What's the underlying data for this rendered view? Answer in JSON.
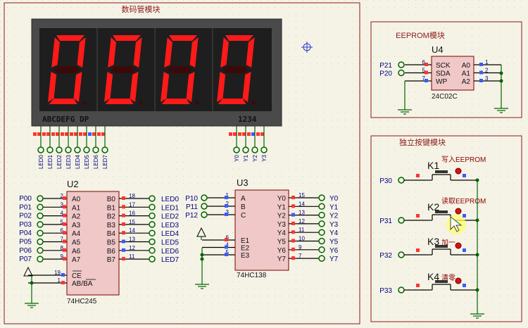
{
  "display_module": {
    "title": "数码管模块",
    "digits": [
      "0",
      "0",
      "0",
      "0"
    ],
    "segment_label": "ABCDEFG DP",
    "digit_label": "1234",
    "seg_led_labels": [
      "LED0",
      "LED1",
      "LED2",
      "LED3",
      "LED4",
      "LED5",
      "LED6",
      "LED7"
    ],
    "digit_y_labels": [
      "Y0",
      "Y1",
      "Y2",
      "Y3"
    ]
  },
  "eeprom_module": {
    "title": "EEPROM模块",
    "chip_ref": "U4",
    "chip_part": "24C02C",
    "left_pins": [
      {
        "name": "SCK",
        "num": "6",
        "net": "P21"
      },
      {
        "name": "SDA",
        "num": "5",
        "net": "P20"
      },
      {
        "name": "WP",
        "num": "7",
        "net": ""
      }
    ],
    "right_pins": [
      {
        "name": "A0",
        "num": "1"
      },
      {
        "name": "A1",
        "num": "2"
      },
      {
        "name": "A2",
        "num": "3"
      }
    ]
  },
  "key_module": {
    "title": "独立按键模块",
    "keys": [
      {
        "ref": "K1",
        "label": "写入EEPROM",
        "net": "P30"
      },
      {
        "ref": "K2",
        "label": "读取EEPROM",
        "net": "P31"
      },
      {
        "ref": "K3",
        "label": "加一",
        "net": "P32"
      },
      {
        "ref": "K4",
        "label": "清零",
        "net": "P33"
      }
    ]
  },
  "u2": {
    "ref": "U2",
    "part": "74HC245",
    "a_pins": [
      {
        "name": "A0",
        "num": "2"
      },
      {
        "name": "A1",
        "num": "3"
      },
      {
        "name": "A2",
        "num": "4"
      },
      {
        "name": "A3",
        "num": "5"
      },
      {
        "name": "A4",
        "num": "6"
      },
      {
        "name": "A5",
        "num": "7"
      },
      {
        "name": "A6",
        "num": "8"
      },
      {
        "name": "A7",
        "num": "9"
      }
    ],
    "b_pins": [
      {
        "name": "B0",
        "num": "18"
      },
      {
        "name": "B1",
        "num": "17"
      },
      {
        "name": "B2",
        "num": "16"
      },
      {
        "name": "B3",
        "num": "15"
      },
      {
        "name": "B4",
        "num": "14"
      },
      {
        "name": "B5",
        "num": "13"
      },
      {
        "name": "B6",
        "num": "12"
      },
      {
        "name": "B7",
        "num": "11"
      }
    ],
    "ctrl_pins": [
      {
        "name": "CE",
        "num": "19"
      },
      {
        "name": "AB/BA",
        "num": "1"
      }
    ],
    "in_nets": [
      "P00",
      "P01",
      "P02",
      "P03",
      "P04",
      "P05",
      "P06",
      "P07"
    ],
    "out_nets": [
      "LED0",
      "LED1",
      "LED2",
      "LED3",
      "LED4",
      "LED5",
      "LED6",
      "LED7"
    ]
  },
  "u3": {
    "ref": "U3",
    "part": "74HC138",
    "in_pins": [
      {
        "name": "A",
        "num": "1",
        "net": "P10"
      },
      {
        "name": "B",
        "num": "2",
        "net": "P11"
      },
      {
        "name": "C",
        "num": "3",
        "net": "P12"
      }
    ],
    "en_pins": [
      {
        "name": "E1",
        "num": "6"
      },
      {
        "name": "E2",
        "num": "4"
      },
      {
        "name": "E3",
        "num": "5"
      }
    ],
    "out_pins": [
      {
        "name": "Y0",
        "num": "15"
      },
      {
        "name": "Y1",
        "num": "14"
      },
      {
        "name": "Y2",
        "num": "13"
      },
      {
        "name": "Y3",
        "num": "12"
      },
      {
        "name": "Y4",
        "num": "11"
      },
      {
        "name": "Y5",
        "num": "10"
      },
      {
        "name": "Y6",
        "num": "9"
      },
      {
        "name": "Y7",
        "num": "7"
      }
    ],
    "out_nets": [
      "Y0",
      "Y1",
      "Y2",
      "Y3",
      "Y4",
      "Y5",
      "Y6",
      "Y7"
    ]
  },
  "colors": {
    "background": "#f5f3e6",
    "frame": "#8b1a1a",
    "wire": "#006400",
    "chip_fill": "#f0c8c8",
    "chip_stroke": "#7a0000",
    "display_body": "#555555",
    "display_bezel": "#333333",
    "segment_on": "#ff1a1a",
    "segment_off": "#7a0000",
    "pin_red": "#ff3333",
    "pin_blue": "#3a5bff",
    "label_dark": "#000080"
  }
}
